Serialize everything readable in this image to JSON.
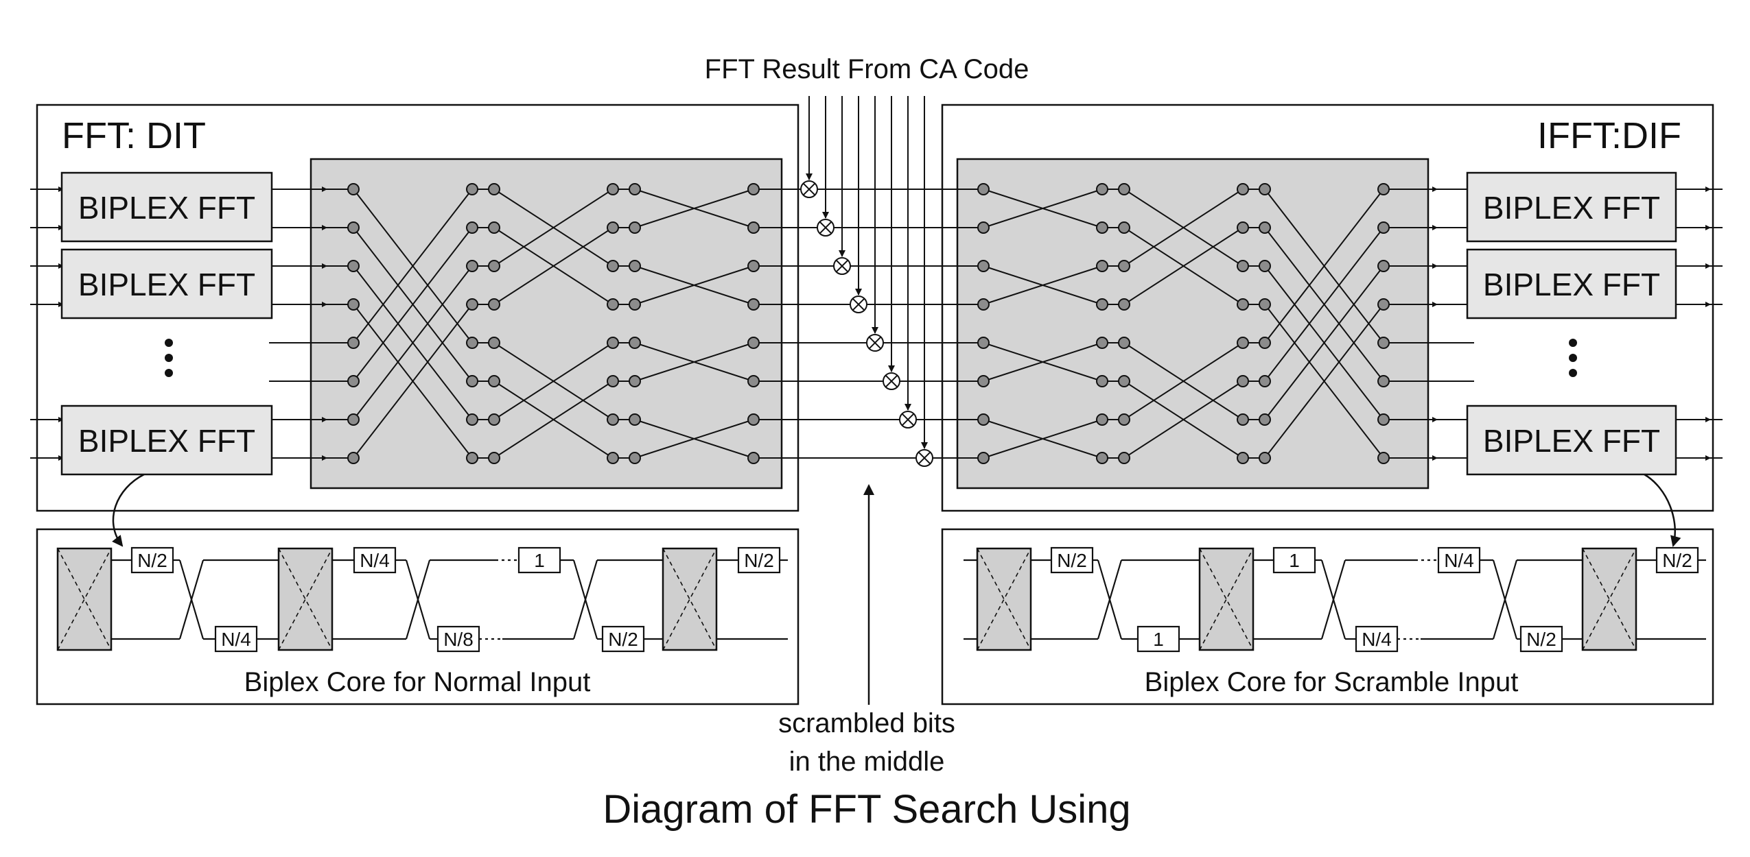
{
  "top_label": "FFT Result From CA Code",
  "left_panel": {
    "title": "FFT: DIT",
    "biplex_label": "BIPLEX FFT",
    "ellipsis": "⋮"
  },
  "right_panel": {
    "title": "IFFT:DIF",
    "biplex_label": "BIPLEX FFT",
    "ellipsis": "⋮"
  },
  "left_core": {
    "caption": "Biplex Core for Normal Input",
    "top_delays": [
      "N/2",
      "N/4",
      "1",
      "N/2"
    ],
    "bottom_delays": [
      "N/4",
      "N/8",
      "N/2"
    ]
  },
  "right_core": {
    "caption": "Biplex Core for Scramble Input",
    "top_delays": [
      "N/2",
      "1",
      "N/4",
      "N/2"
    ],
    "bottom_delays": [
      "1",
      "N/4",
      "N/2"
    ]
  },
  "middle_note": [
    "scrambled bits",
    "in the middle"
  ],
  "footer_title": "Diagram of FFT Search Using",
  "colors": {
    "box_fill": "#e6e6e6",
    "butterfly_fill": "#d4d4d4",
    "node_fill": "#8c8c8c",
    "stroke": "#111111"
  }
}
